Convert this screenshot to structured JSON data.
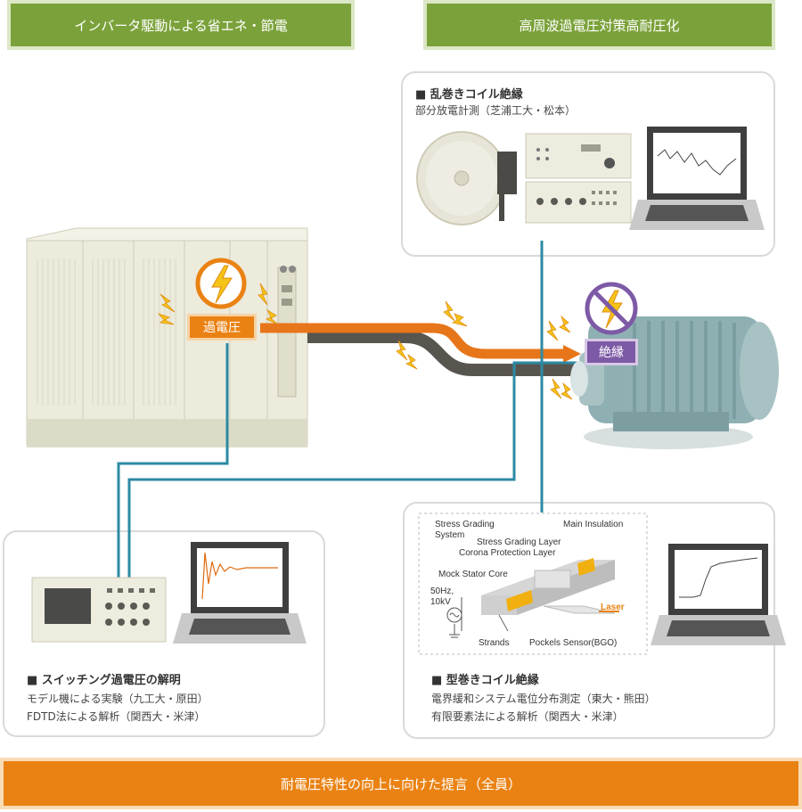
{
  "banners": {
    "top_left": "インバータ駆動による省エネ・節電",
    "top_right": "高周波過電圧対策高耐圧化",
    "bottom": "耐電圧特性の向上に向けた提言（全員）"
  },
  "tags": {
    "overvoltage": "過電圧",
    "insulation": "絶縁"
  },
  "card_random_coil": {
    "title": "■ 乱巻きコイル絶縁",
    "line1": "部分放電計測（芝浦工大・松本）"
  },
  "card_switching": {
    "title": "■ スイッチング過電圧の解明",
    "line1": "モデル機による実験（九工大・原田）",
    "line2": "FDTD法による解析（関西大・米津）"
  },
  "card_form_coil": {
    "title": "■ 型巻きコイル絶縁",
    "line1": "電界緩和システム電位分布測定（東大・熊田）",
    "line2": "有限要素法による解析（関西大・米津）"
  },
  "diagram_labels": {
    "stress_grading_system_1": "Stress Grading",
    "stress_grading_system_2": "System",
    "main_insulation": "Main Insulation",
    "stress_grading_layer": "Stress Grading Layer",
    "corona_protection_layer": "Corona Protection Layer",
    "mock_stator_core": "Mock Stator Core",
    "supply_1": "50Hz,",
    "supply_2": "10kV",
    "laser": "Laser",
    "strands": "Strands",
    "pockels_sensor": "Pockels Sensor(BGO)"
  },
  "colors": {
    "green": "#7ba23a",
    "orange": "#ea8213",
    "purple": "#7d5aa6",
    "cable_teal": "#2d8aa3",
    "cable_dark": "#58554f",
    "cabinet": "#ecebdc"
  }
}
